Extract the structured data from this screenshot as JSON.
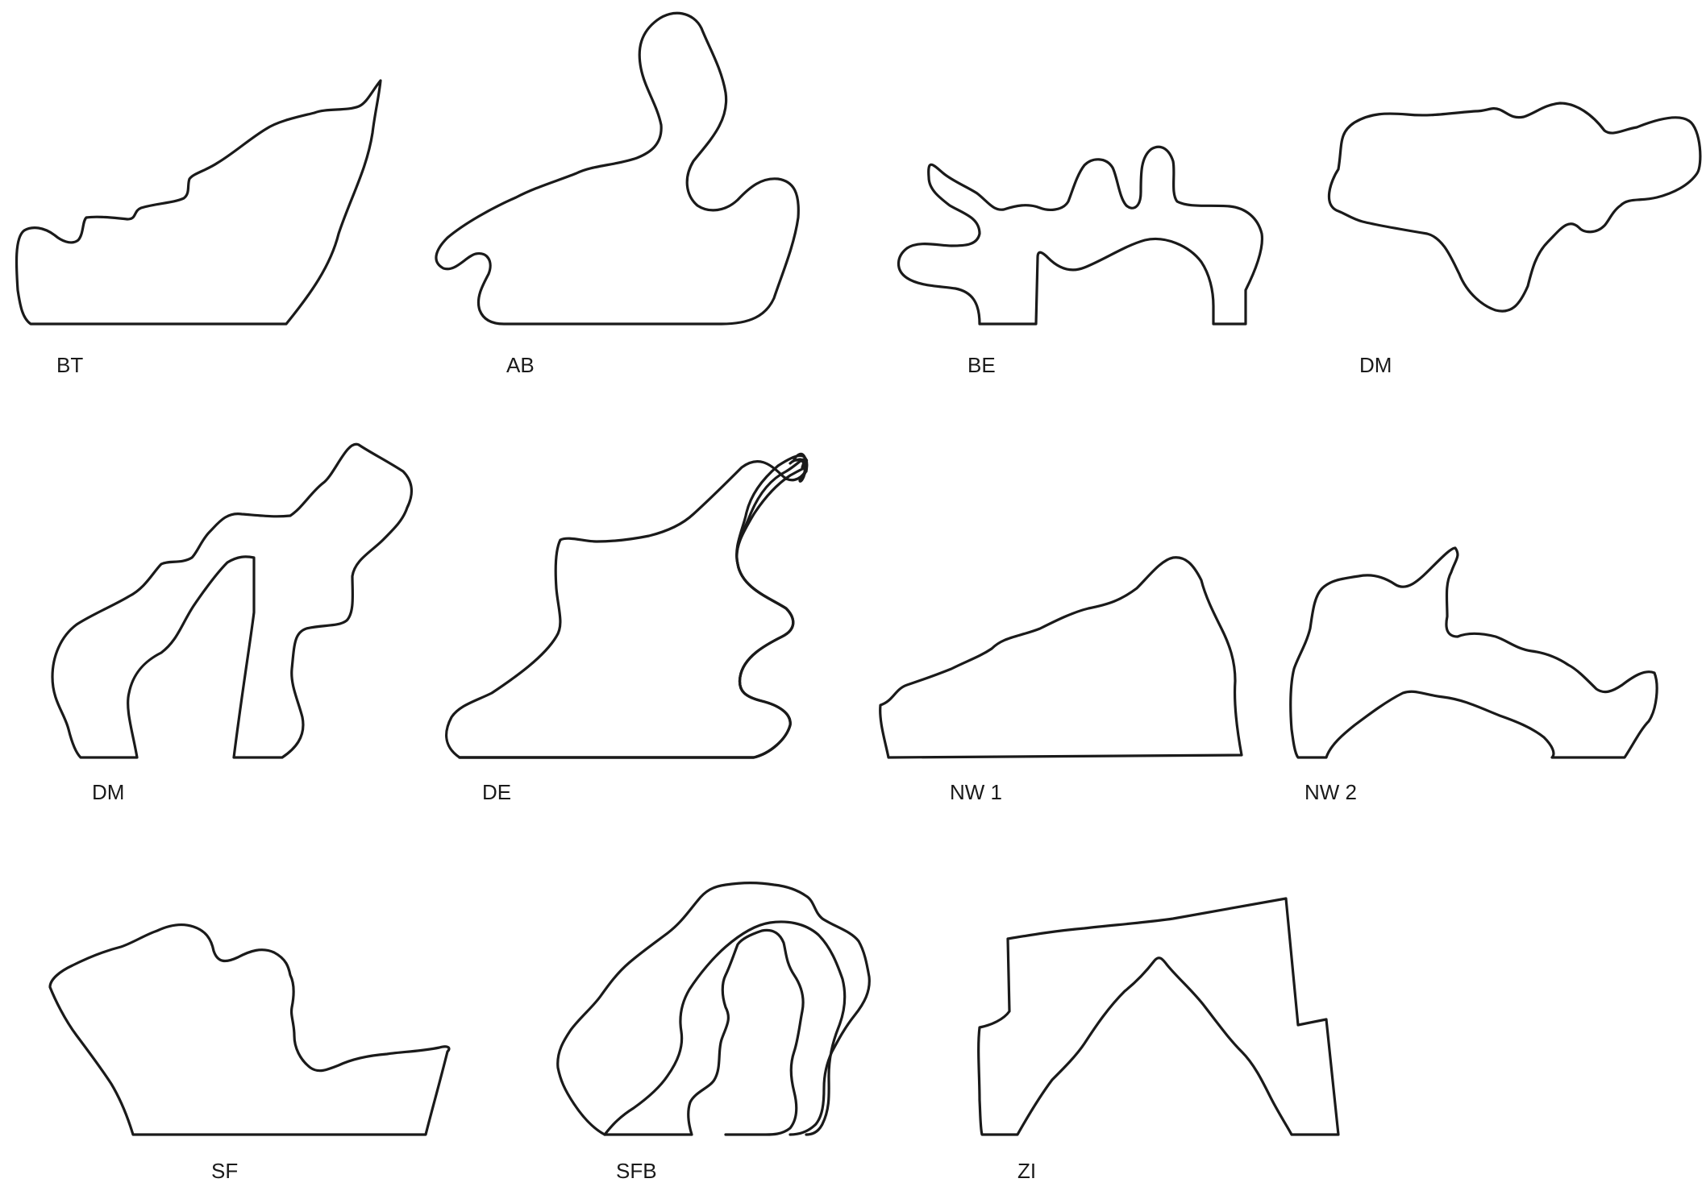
{
  "figure": {
    "background": "#ffffff",
    "stroke_color": "#1a1a1a",
    "shapes": [
      {
        "id": "bt",
        "label": "BT"
      },
      {
        "id": "ab",
        "label": "AB"
      },
      {
        "id": "be",
        "label": "BE"
      },
      {
        "id": "dm1",
        "label": "DM"
      },
      {
        "id": "dm2",
        "label": "DM"
      },
      {
        "id": "de",
        "label": "DE"
      },
      {
        "id": "nw1",
        "label": "NW 1"
      },
      {
        "id": "nw2",
        "label": "NW 2"
      },
      {
        "id": "sf",
        "label": "SF"
      },
      {
        "id": "sfb",
        "label": "SFB"
      },
      {
        "id": "zi",
        "label": "ZI"
      }
    ]
  }
}
